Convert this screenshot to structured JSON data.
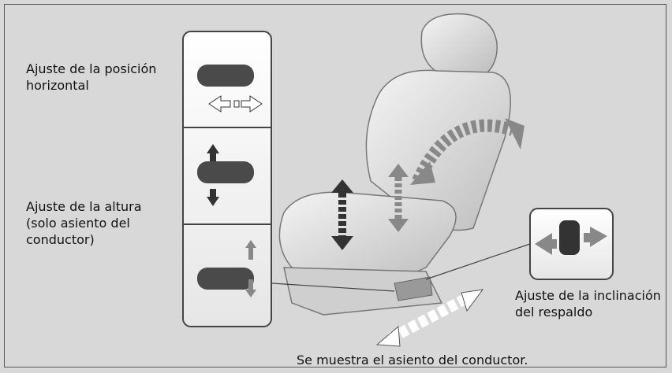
{
  "labels": {
    "horizontal": "Ajuste de la posición\nhorizontal",
    "height": "Ajuste de la altura\n(solo asiento del\nconductor)",
    "recline": "Ajuste de la inclinación\ndel respaldo",
    "caption": "Se muestra el asiento del conductor."
  },
  "colors": {
    "background": "#d8d8d8",
    "panel": "#ffffff",
    "lever": "#4a4a4a",
    "arrow_dark": "#333333",
    "arrow_light": "#8a8a8a"
  },
  "icons": [
    "seat-illustration",
    "lever-icon",
    "arrow-icon",
    "recline-knob-icon"
  ]
}
